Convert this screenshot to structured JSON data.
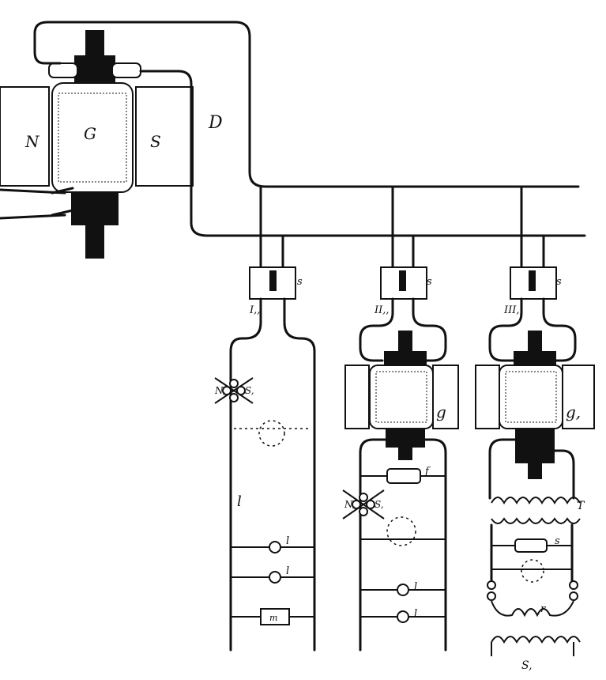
{
  "labels": {
    "field_north": "N",
    "field_south": "S",
    "generator": "G",
    "line": "D",
    "motor_1": "g",
    "motor_2": "g,",
    "switch_1": "I,,",
    "switch_2": "II,,",
    "switch_3": "III,,",
    "switch_mark": "s",
    "branch_l": "l",
    "lamp_l1": "l",
    "lamp_l2": "l",
    "lamp_l3": "l",
    "lamp_l4": "l",
    "resistor_m": "m",
    "resistor_f": "f",
    "coil_T": "T",
    "coil_s": "s",
    "coil_r": "r",
    "coil_S1": "S,",
    "pole_n1": "N,",
    "pole_s1": "S,",
    "pole_n2": "N,",
    "pole_s2": "S,"
  },
  "colors": {
    "ink": "#111111",
    "paper": "#ffffff"
  }
}
